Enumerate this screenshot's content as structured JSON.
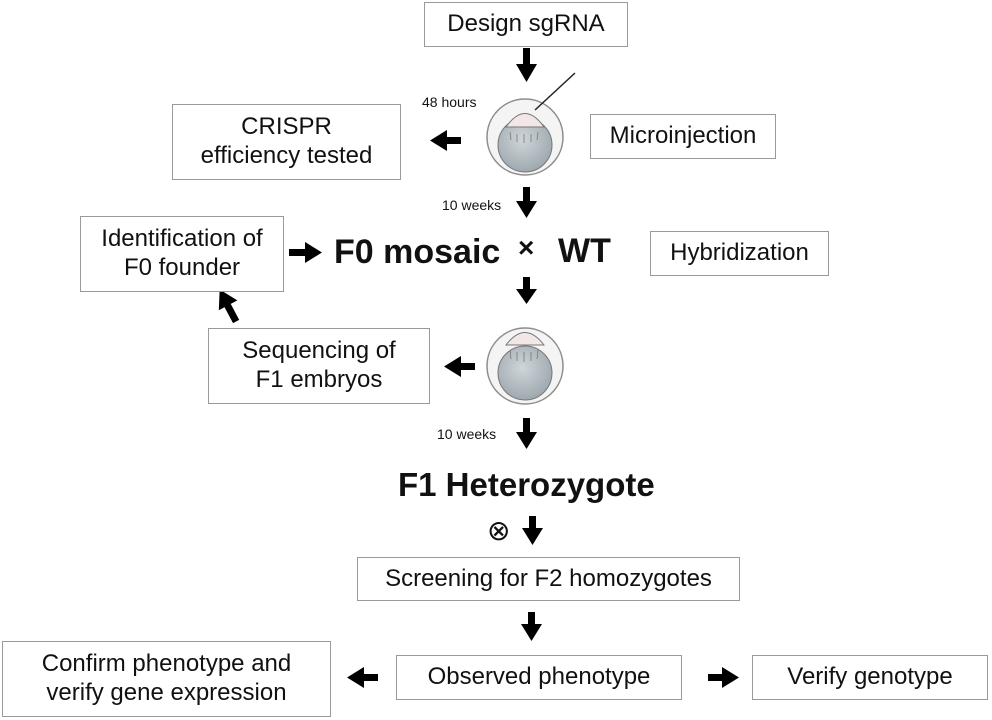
{
  "steps": {
    "design": "Design sgRNA",
    "crispr": "CRISPR\nefficiency tested",
    "microinjection": "Microinjection",
    "identification": "Identification of\nF0 founder",
    "hybridization": "Hybridization",
    "sequencing": "Sequencing of\nF1 embryos",
    "screening": "Screening for F2 homozygotes",
    "observed": "Observed phenotype",
    "confirm": "Confirm phenotype and\nverify gene expression",
    "verify": "Verify genotype"
  },
  "times": {
    "t48": "48 hours",
    "t10a": "10 weeks",
    "t10b": "10 weeks"
  },
  "cross": {
    "f0": "F0 mosaic",
    "times": "×",
    "wt": "WT"
  },
  "f1": "F1 Heterozygote",
  "self_cross_symbol": "⊗"
}
